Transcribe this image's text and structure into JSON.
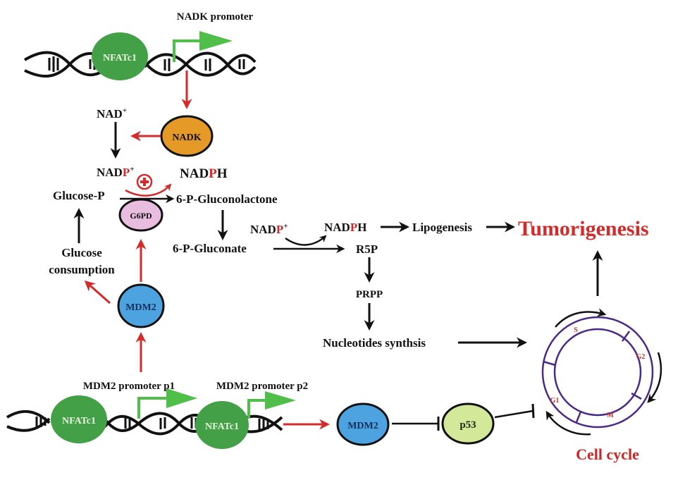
{
  "colors": {
    "red": "#d42a2a",
    "nfatc1_green": "#43a047",
    "promoter_green": "#4fbf4a",
    "nadk_orange": "#e59a28",
    "g6pd_pink": "#e8bde0",
    "mdm2_blue": "#4da3e0",
    "p53_green": "#d4e89a",
    "cell_cycle_purple": "#4b2a86"
  },
  "top_gene": {
    "promoter_label": "NADK promoter",
    "tf_label": "NFATc1"
  },
  "nadk": {
    "label": "NADK"
  },
  "metabolites": {
    "nad_plus": "NAD",
    "nad_plus_sup": "+",
    "nadp_plus_main": "NAD",
    "nadp_plus_p": "P",
    "nadp_plus_sup": "+",
    "nadph_main": "NAD",
    "nadph_p": "P",
    "nadph_h": "H",
    "glucose_p": "Glucose-P",
    "gluconolactone": "6-P-Gluconolactone",
    "gluconate": "6-P-Gluconate",
    "nadp2_main": "NAD",
    "nadp2_p": "P",
    "nadp2_sup": "+",
    "nadph2_main": "NAD",
    "nadph2_p": "P",
    "nadph2_h": "H",
    "r5p": "R5P",
    "prpp": "PRPP",
    "lipogenesis": "Lipogenesis",
    "nucleotides": "Nucleotides synthsis",
    "glucose_consumption_1": "Glucose",
    "glucose_consumption_2": "consumption"
  },
  "g6pd": {
    "label": "G6PD",
    "activation_symbol": "+"
  },
  "mdm2_upper": {
    "label": "MDM2"
  },
  "outcome": {
    "label": "Tumorigenesis"
  },
  "bottom_gene": {
    "promoter1_label": "MDM2 promoter p1",
    "promoter2_label": "MDM2 promoter p2",
    "tf1_label": "NFATc1",
    "tf2_label": "NFATc1"
  },
  "mdm2_lower": {
    "label": "MDM2"
  },
  "p53": {
    "label": "p53"
  },
  "cell_cycle": {
    "label": "Cell cycle",
    "phases": [
      "S",
      "G2",
      "M",
      "G1"
    ]
  }
}
